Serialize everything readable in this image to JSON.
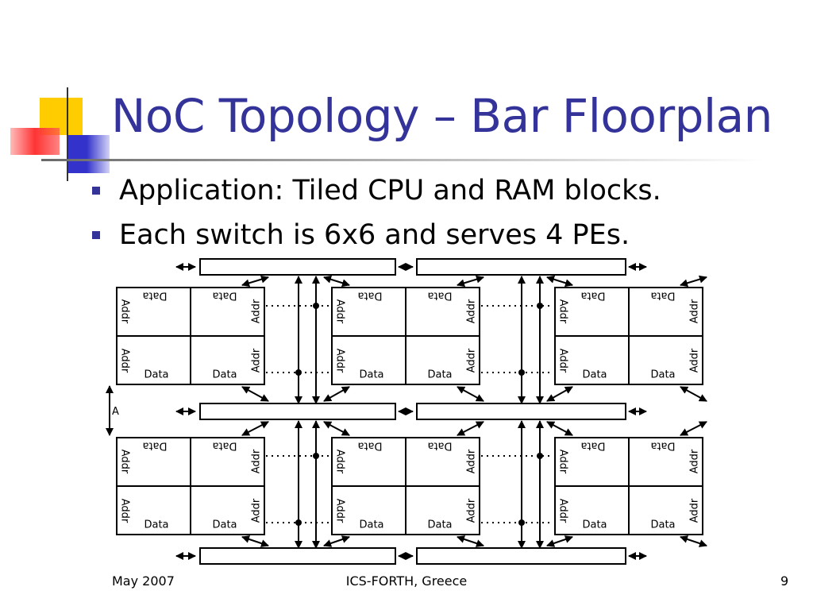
{
  "slide": {
    "title": "NoC Topology – Bar Floorplan",
    "bullets": [
      "Application: Tiled CPU and RAM blocks.",
      "Each switch is 6x6 and serves 4 PEs."
    ]
  },
  "diagram": {
    "tile_labels": {
      "data": "Data",
      "addr": "Addr"
    },
    "spacing_label": "A"
  },
  "footer": {
    "date": "May 2007",
    "organization": "ICS-FORTH, Greece",
    "page_number": "9"
  },
  "colors": {
    "title": "#333399",
    "bullet": "#333399",
    "deco_yellow": "#ffcc00",
    "deco_blue": "#3333cc",
    "deco_red": "#ff3333"
  }
}
